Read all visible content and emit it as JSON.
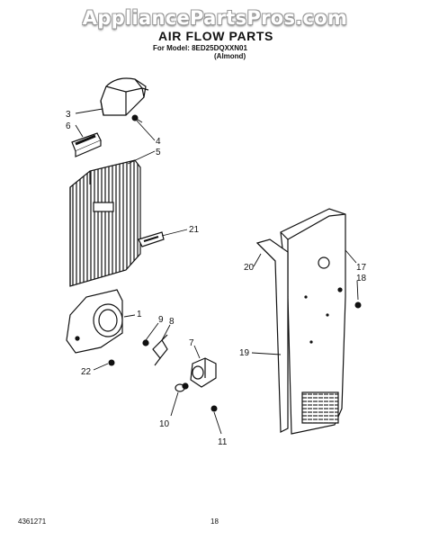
{
  "watermark": "AppliancePartsPros.com",
  "header": {
    "title": "AIR FLOW PARTS",
    "model_line": "For Model: 8ED25DQXXN01",
    "model_color": "(Almond)"
  },
  "callouts": [
    "3",
    "6",
    "4",
    "5",
    "21",
    "20",
    "17",
    "18",
    "1",
    "9",
    "8",
    "7",
    "19",
    "22",
    "10",
    "11"
  ],
  "footer": {
    "doc_number": "4361271",
    "page": "18"
  }
}
